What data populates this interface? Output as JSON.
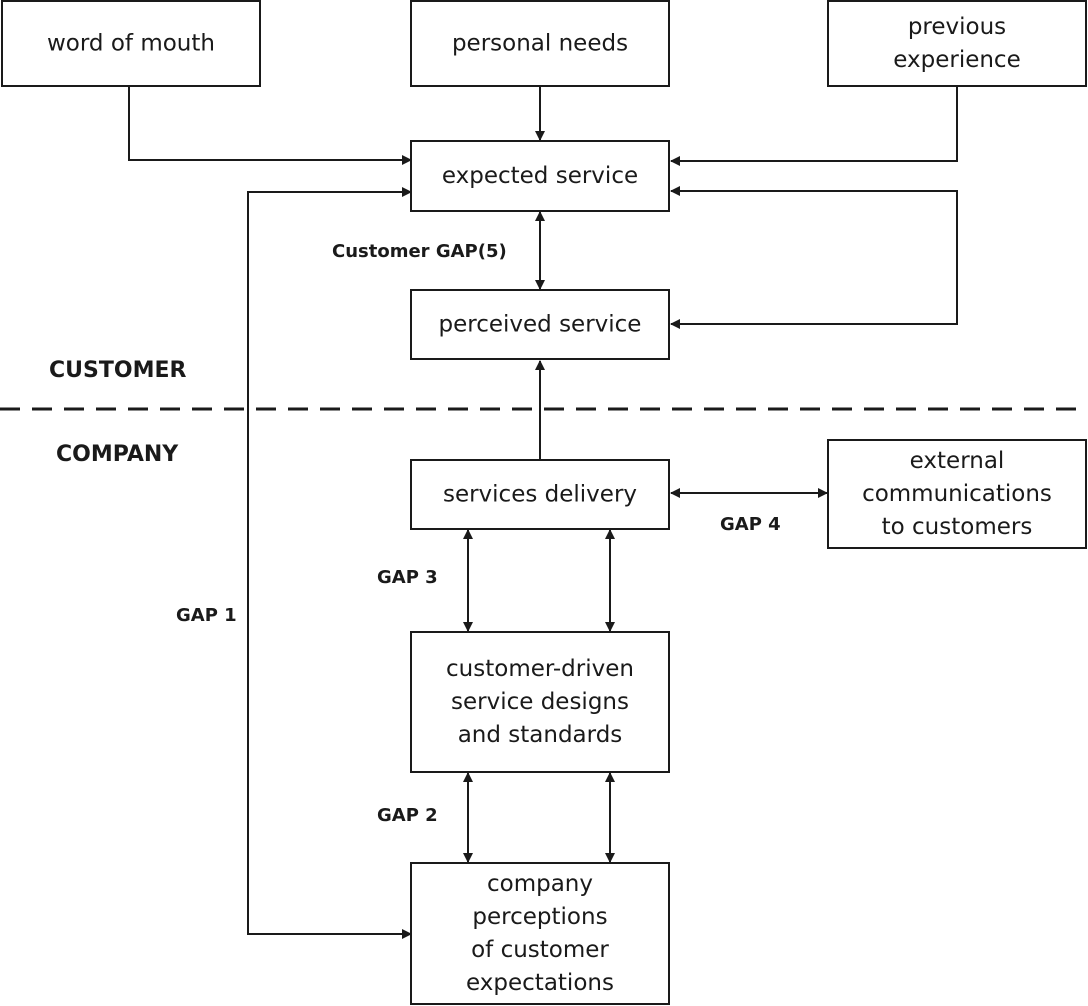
{
  "boxes": {
    "word_of_mouth": [
      "word of mouth"
    ],
    "personal_needs": [
      "personal needs"
    ],
    "previous_experience": [
      "previous",
      "experience"
    ],
    "expected_service": [
      "expected service"
    ],
    "perceived_service": [
      "perceived service"
    ],
    "services_delivery": [
      "services delivery"
    ],
    "external_communications": [
      "external",
      "communications",
      "to customers"
    ],
    "service_designs": [
      "customer-driven",
      "service designs",
      "and standards"
    ],
    "company_perceptions": [
      "company",
      "perceptions",
      "of customer",
      "expectations"
    ]
  },
  "gaps": {
    "customer_gap": "Customer GAP(5)",
    "gap1": "GAP 1",
    "gap2": "GAP 2",
    "gap3": "GAP 3",
    "gap4": "GAP 4"
  },
  "sections": {
    "customer": "CUSTOMER",
    "company": "COMPANY"
  }
}
